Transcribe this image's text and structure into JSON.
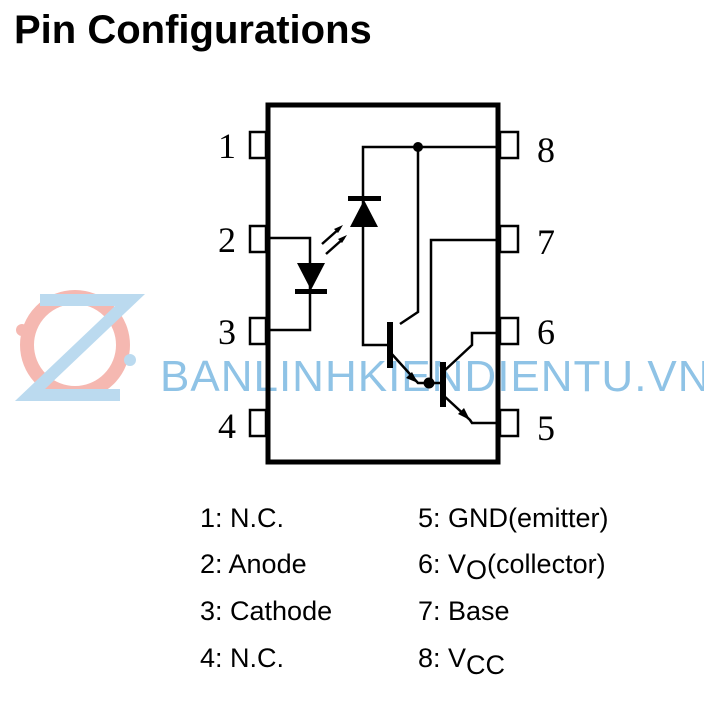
{
  "title": "Pin Configurations",
  "pin_numbers": [
    "1",
    "2",
    "3",
    "4",
    "5",
    "6",
    "7",
    "8"
  ],
  "legend": {
    "left": [
      "1: N.C.",
      "2: Anode",
      "3: Cathode",
      "4: N.C."
    ],
    "right": [
      {
        "prefix": "5: GND(emitter)",
        "sub": "",
        "suffix": ""
      },
      {
        "prefix": "6: V",
        "sub": "O",
        "suffix": "(collector)"
      },
      {
        "prefix": "7: Base",
        "sub": "",
        "suffix": ""
      },
      {
        "prefix": "8: V",
        "sub": "CC",
        "suffix": ""
      }
    ]
  },
  "watermark": "BANLINHKIENDIENTU.VN",
  "colors": {
    "watermark_blue": "#8fc3e6",
    "watermark_red": "#f08a7e"
  }
}
